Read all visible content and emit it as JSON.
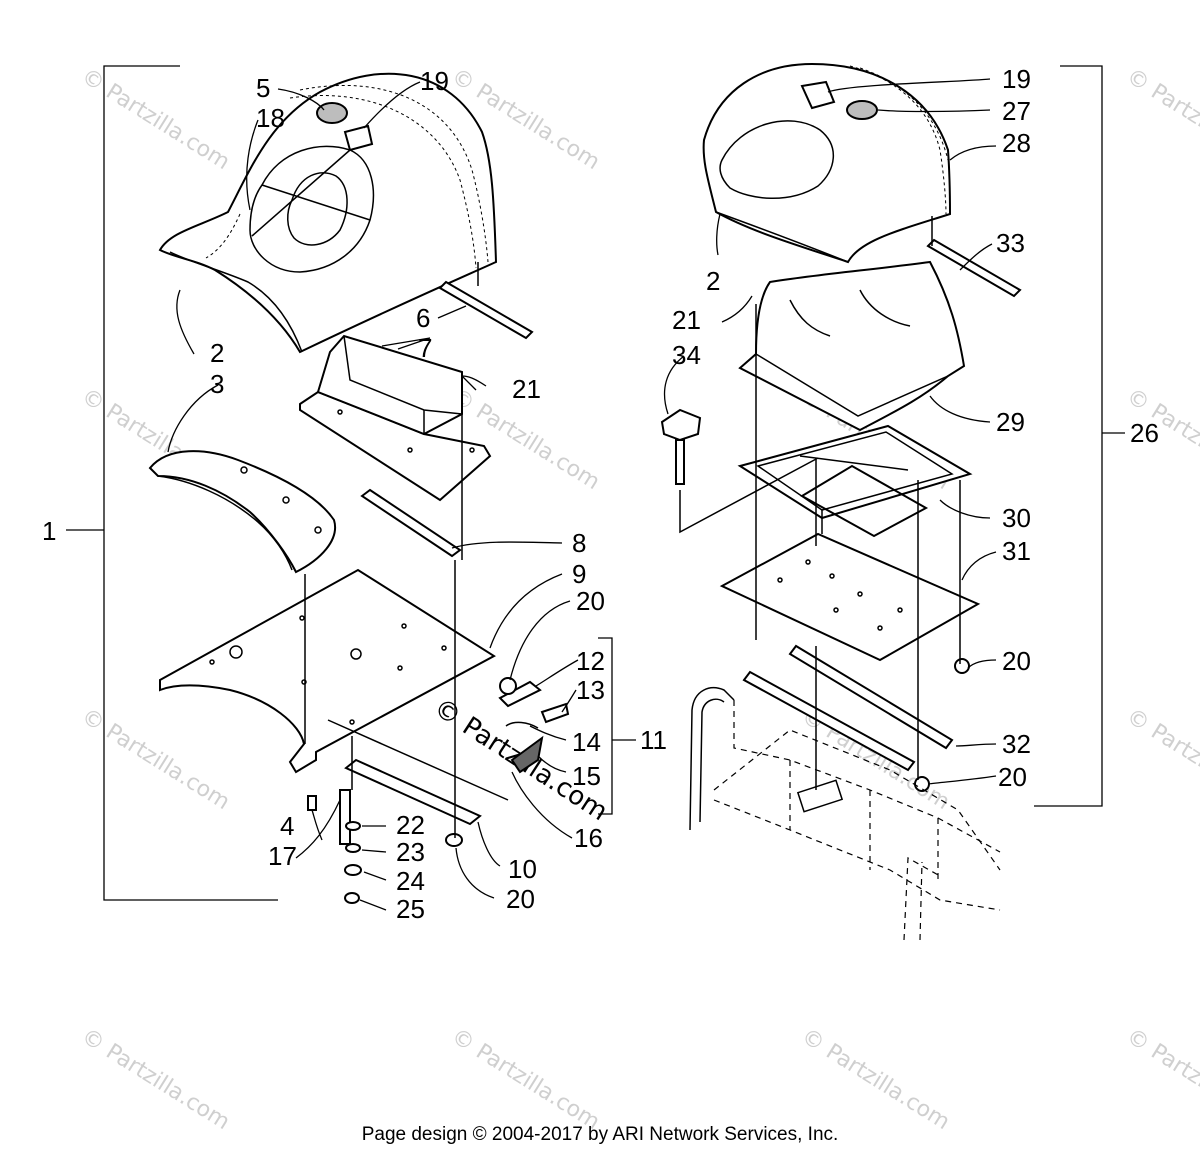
{
  "labels": {
    "l1": "1",
    "l2a": "2",
    "l3": "3",
    "l4": "4",
    "l5": "5",
    "l6": "6",
    "l7": "7",
    "l8": "8",
    "l9": "9",
    "l10": "10",
    "l11": "11",
    "l12": "12",
    "l13": "13",
    "l14": "14",
    "l15": "15",
    "l16": "16",
    "l17": "17",
    "l18": "18",
    "l19a": "19",
    "l20a": "20",
    "l20b": "20",
    "l20c": "20",
    "l20d": "20",
    "l21a": "21",
    "l22": "22",
    "l23": "23",
    "l24": "24",
    "l25": "25",
    "l26": "26",
    "l19b": "19",
    "l27": "27",
    "l28": "28",
    "l2b": "2",
    "l21b": "21",
    "l33": "33",
    "l34": "34",
    "l29": "29",
    "l30": "30",
    "l31": "31",
    "l32": "32"
  },
  "watermark": {
    "small": "© Partzilla.com",
    "center": "© Partzilla.com"
  },
  "footer": "Page design © 2004-2017 by ARI Network Services, Inc."
}
